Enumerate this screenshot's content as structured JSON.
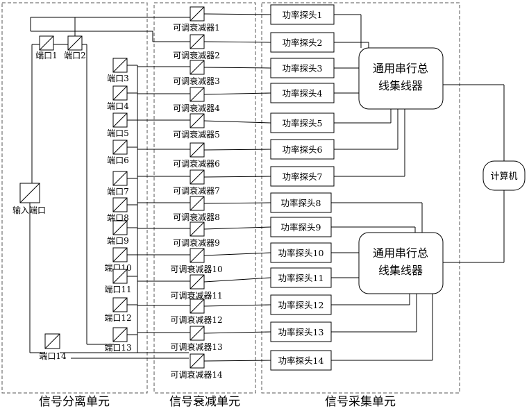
{
  "units": {
    "separation": "信号分离单元",
    "attenuation": "信号衰减单元",
    "acquisition": "信号采集单元"
  },
  "input_port": "输入端口",
  "ports": [
    "端口1",
    "端口2",
    "端口3",
    "端口4",
    "端口5",
    "端口6",
    "端口7",
    "端口8",
    "端口9",
    "端口10",
    "端口11",
    "端口12",
    "端口13",
    "端口14"
  ],
  "attenuators": [
    "可调衰减器1",
    "可调衰减器2",
    "可调衰减器3",
    "可调衰减器4",
    "可调衰减器5",
    "可调衰减器6",
    "可调衰减器7",
    "可调衰减器8",
    "可调衰减器9",
    "可调衰减器10",
    "可调衰减器11",
    "可调衰减器12",
    "可调衰减器13",
    "可调衰减器14"
  ],
  "probes": [
    "功率探头1",
    "功率探头2",
    "功率探头3",
    "功率探头4",
    "功率探头5",
    "功率探头6",
    "功率探头7",
    "功率探头8",
    "功率探头9",
    "功率探头10",
    "功率探头11",
    "功率探头12",
    "功率探头13",
    "功率探头14"
  ],
  "hubs": [
    {
      "line1": "通用串行总",
      "line2": "线集线器"
    },
    {
      "line1": "通用串行总",
      "line2": "线集线器"
    }
  ],
  "computer": "计算机"
}
